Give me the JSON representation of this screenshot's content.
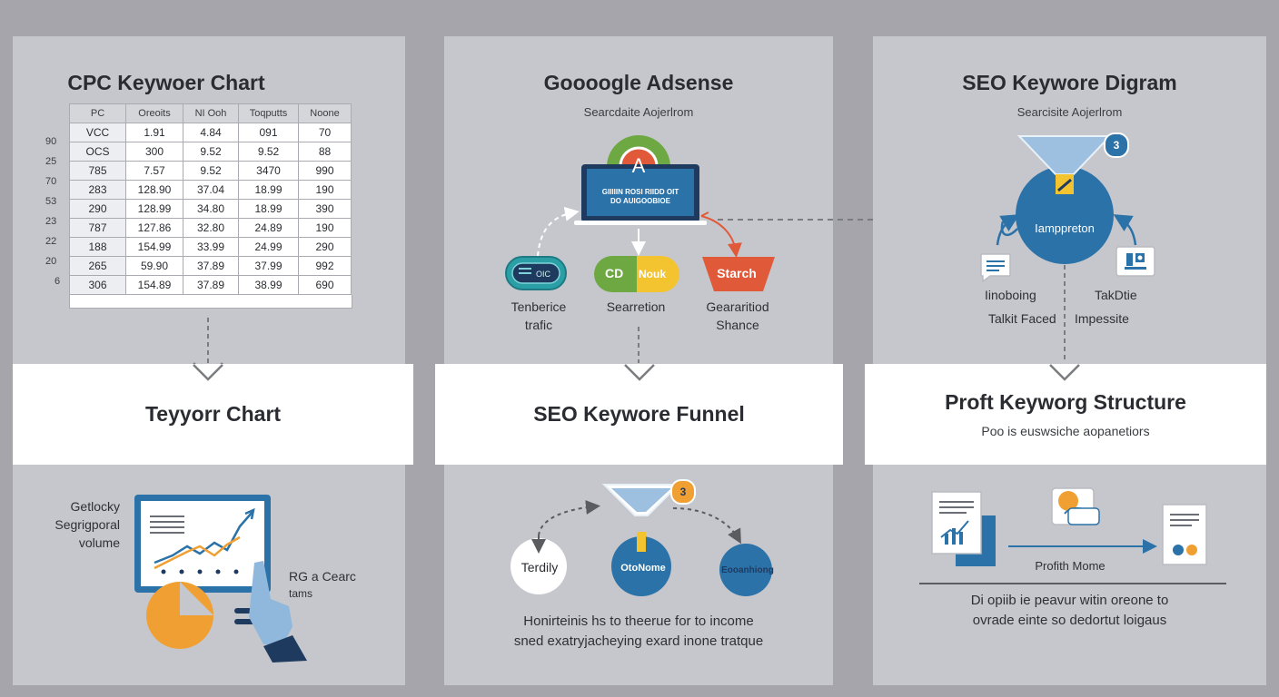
{
  "panels": {
    "cpc": {
      "title": "CPC Keywoer Chart",
      "headers": [
        "PC",
        "Oreoits",
        "NI Ooh",
        "Toqputts",
        "Noone"
      ],
      "rows": [
        [
          "VCC",
          "1.91",
          "4.84",
          "091",
          "70"
        ],
        [
          "OCS",
          "300",
          "9.52",
          "9.52",
          "88"
        ],
        [
          "785",
          "7.57",
          "9.52",
          "3470",
          "990"
        ],
        [
          "283",
          "128.90",
          "37.04",
          "18.99",
          "190"
        ],
        [
          "290",
          "128.99",
          "34.80",
          "18.99",
          "390"
        ],
        [
          "787",
          "127.86",
          "32.80",
          "24.89",
          "190"
        ],
        [
          "188",
          "154.99",
          "33.99",
          "24.99",
          "290"
        ],
        [
          "265",
          "59.90",
          "37.89",
          "37.99",
          "992"
        ],
        [
          "306",
          "154.89",
          "37.89",
          "38.99",
          "690"
        ]
      ],
      "row_labels": [
        "90",
        "25",
        "70",
        "53",
        "23",
        "22",
        "20",
        "6"
      ]
    },
    "adsense": {
      "title": "Goooogle Adsense",
      "subtitle": "Searcdaite Aojerlrom",
      "monitor_text": [
        "GIIIIIN ROSI RIIDD OIT",
        "DO AUIGOOBIOE"
      ],
      "logo_letter": "A",
      "pill_left": "OIC",
      "pill_mid_a": "CD",
      "pill_mid_b": "Nouk",
      "pill_right": "Starch",
      "label_left": [
        "Tenberice",
        "trafic"
      ],
      "label_mid": "Searretion",
      "label_right": [
        "Geararitiod",
        "Shance"
      ]
    },
    "seo_diagram": {
      "title": "SEO Keywore Digram",
      "subtitle": "Searcisite Aojerlrom",
      "circle_text": "Iamppreton",
      "badge": "3",
      "label_left_a": "Iinoboing",
      "label_left_b": "Talkit Faced",
      "label_right_a": "TakDtie",
      "label_right_b": "Impessite"
    }
  },
  "bands": {
    "left": {
      "title": "Teyyorr Chart"
    },
    "mid": {
      "title": "SEO Keywore Funnel"
    },
    "right": {
      "title": "Proft Keyworg Structure",
      "subtitle": "Poo is euswsiche aopanetiors"
    }
  },
  "bottom": {
    "left": {
      "labels": [
        "Getlocky",
        "Segrigporal",
        "volume"
      ],
      "right_labels": [
        "RG a Cearc",
        "tams"
      ]
    },
    "mid": {
      "badge": "3",
      "circle_left": "Terdily",
      "circle_mid": "OtoNome",
      "circle_right": "Eooanhiong",
      "paragraph": [
        "Honirteinis hs to theerue for to income",
        "sned exatryjacheying exard inone tratque"
      ]
    },
    "right": {
      "caption": "Profith Mome",
      "paragraph": [
        "Di opiib ie peavur witin oreone to",
        "ovrade einte so dedortut loigaus"
      ]
    }
  },
  "colors": {
    "blue": "#2b72a8",
    "orange": "#f0a032",
    "green": "#6ea843",
    "red": "#e05a3a",
    "teal": "#2a9fa6",
    "yellow": "#f4c430",
    "navy": "#1f3a5f"
  }
}
